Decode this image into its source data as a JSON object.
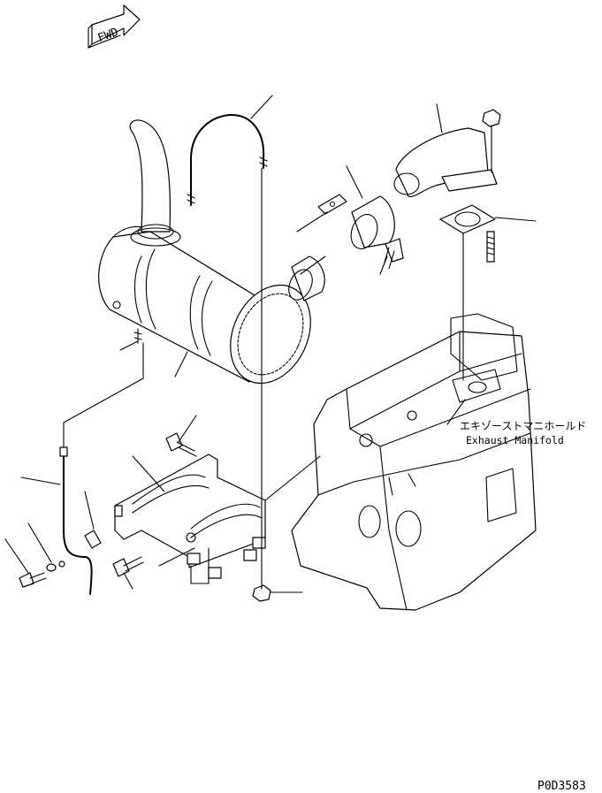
{
  "direction_marker": {
    "label": "FWD"
  },
  "callout": {
    "label_jp": "エキゾーストマニホールド",
    "label_en": "Exhaust Manifold"
  },
  "drawing_number": "P0D3583"
}
